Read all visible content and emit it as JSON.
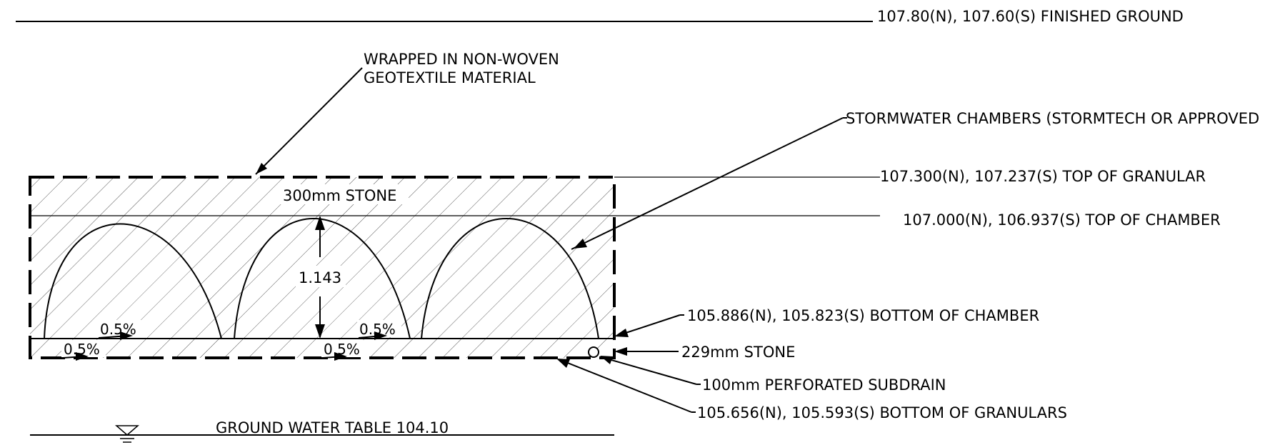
{
  "labels": {
    "finished_ground": "107.80(N), 107.60(S) FINISHED GROUND",
    "geotextile_line1": "WRAPPED IN NON-WOVEN",
    "geotextile_line2": "GEOTEXTILE MATERIAL",
    "stormwater_chambers": "STORMWATER CHAMBERS (STORMTECH OR APPROVED",
    "top_of_granular": "107.300(N), 107.237(S) TOP OF GRANULAR",
    "top_of_chamber": "107.000(N), 106.937(S) TOP OF CHAMBER",
    "stone_300": "300mm STONE",
    "chamber_height": "1.143",
    "bottom_of_chamber": "105.886(N), 105.823(S) BOTTOM OF CHAMBER",
    "stone_229": "229mm STONE",
    "subdrain": "100mm PERFORATED SUBDRAIN",
    "bottom_of_granulars": "105.656(N), 105.593(S) BOTTOM OF GRANULARS",
    "ground_water_table": "GROUND WATER TABLE 104.10",
    "slope_upper_left": "0.5%",
    "slope_upper_right": "0.5%",
    "slope_lower_left": "0.5%",
    "slope_lower_middle": "0.5%"
  }
}
